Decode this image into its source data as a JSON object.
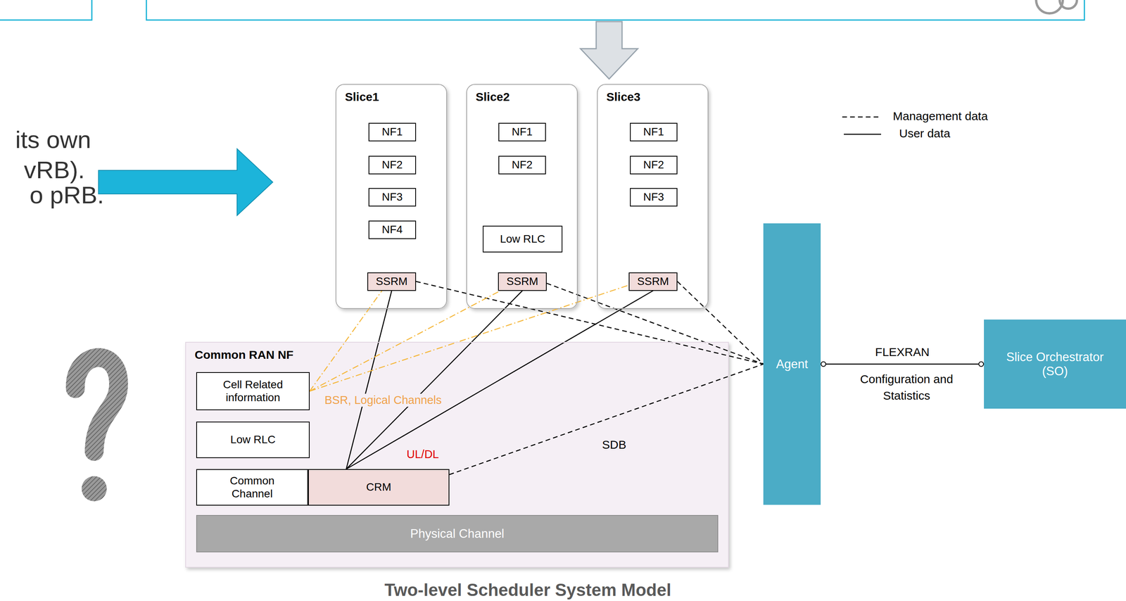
{
  "diagram": {
    "caption": "Two-level Scheduler System Model",
    "nodes": [
      {
        "text": [
          "Slice1"
        ]
      },
      {
        "text": [
          "NF1"
        ],
        "in": 0
      },
      {
        "text": [
          "NF2"
        ],
        "in": 0
      },
      {
        "text": [
          "NF3"
        ],
        "in": 0
      },
      {
        "text": [
          "NF4"
        ],
        "in": 0
      },
      {
        "text": [
          "SSRM"
        ],
        "in": 0
      },
      {
        "text": [
          "Slice2"
        ]
      },
      {
        "text": [
          "NF1"
        ],
        "in": 6
      },
      {
        "text": [
          "NF2"
        ],
        "in": 6
      },
      {
        "text": [
          "Low RLC"
        ],
        "in": 6
      },
      {
        "text": [
          "SSRM"
        ],
        "in": 6
      },
      {
        "text": [
          "Slice3"
        ]
      },
      {
        "text": [
          "NF1"
        ],
        "in": 11
      },
      {
        "text": [
          "NF2"
        ],
        "in": 11
      },
      {
        "text": [
          "NF3"
        ],
        "in": 11
      },
      {
        "text": [
          "SSRM"
        ],
        "in": 11
      },
      {
        "text": [
          "Common RAN NF"
        ]
      },
      {
        "text": [
          "Cell Related information"
        ],
        "in": 16
      },
      {
        "text": [
          "Low RLC"
        ],
        "in": 16
      },
      {
        "text": [
          "Common Channel"
        ],
        "in": 16
      },
      {
        "text": [
          "CRM"
        ],
        "in": 16
      },
      {
        "text": [
          "Physical Channel"
        ],
        "in": 16
      },
      {
        "text": [
          "Agent"
        ]
      },
      {
        "text": [
          "Slice Orchestrator (SO)"
        ]
      }
    ],
    "edges": [
      {
        "from": 5,
        "to": 20,
        "arrow": "none"
      },
      {
        "from": 10,
        "to": 20,
        "arrow": "none"
      },
      {
        "from": 15,
        "to": 20,
        "arrow": "none"
      },
      {
        "from": 5,
        "to": 22,
        "arrow": "none"
      },
      {
        "from": 10,
        "to": 22,
        "arrow": "none"
      },
      {
        "from": 15,
        "to": 22,
        "arrow": "none"
      },
      {
        "from": 20,
        "to": 22,
        "arrow": "none"
      },
      {
        "from": 17,
        "to": 5,
        "arrow": "none"
      },
      {
        "from": 17,
        "to": 10,
        "arrow": "none"
      },
      {
        "from": 17,
        "to": 15,
        "arrow": "none"
      },
      {
        "from": 22,
        "to": 23,
        "label": "FLEXRAN",
        "arrow": "none"
      }
    ],
    "labels": [
      "its own",
      "vRB).",
      "o pRB.",
      "BSR, Logical Channels",
      "UL/DL",
      "SDB",
      "Configuration and Statistics"
    ],
    "legend": [
      {
        "text": "Management data"
      },
      {
        "text": "User data"
      }
    ]
  }
}
